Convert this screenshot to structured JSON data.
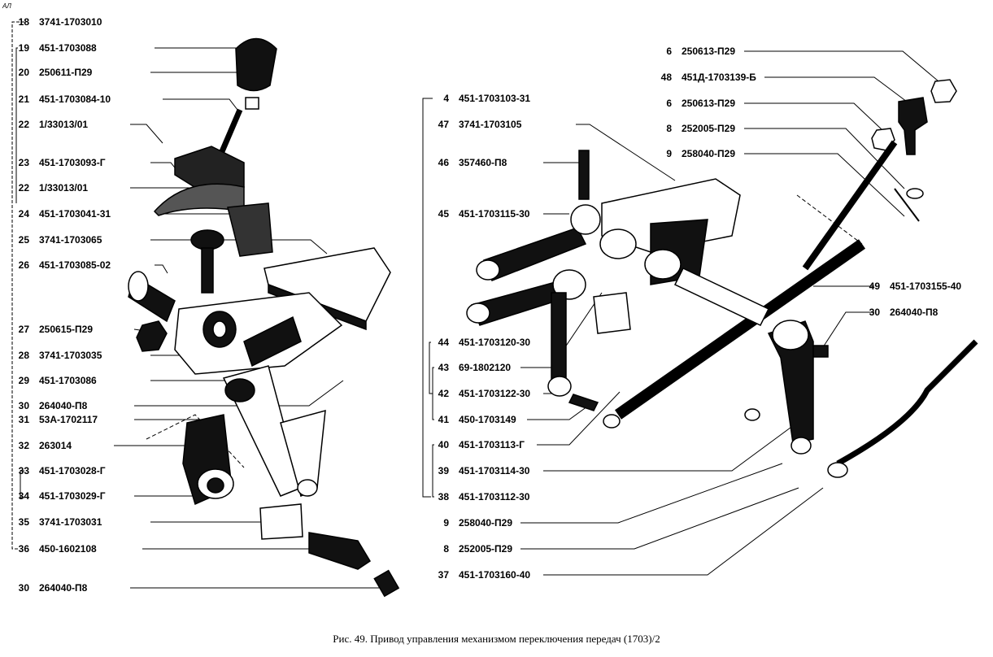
{
  "corner_mark": "АЛ",
  "caption": "Рис. 49. Привод управления механизмом переключения передач (1703)/2",
  "left_labels": [
    {
      "num": "18",
      "part": "3741-1703010"
    },
    {
      "num": "19",
      "part": "451-1703088"
    },
    {
      "num": "20",
      "part": "250611-П29"
    },
    {
      "num": "21",
      "part": "451-1703084-10"
    },
    {
      "num": "22",
      "part": "1/33013/01"
    },
    {
      "num": "23",
      "part": "451-1703093-Г"
    },
    {
      "num": "22",
      "part": "1/33013/01"
    },
    {
      "num": "24",
      "part": "451-1703041-31"
    },
    {
      "num": "25",
      "part": "3741-1703065"
    },
    {
      "num": "26",
      "part": "451-1703085-02"
    },
    {
      "num": "27",
      "part": "250615-П29"
    },
    {
      "num": "28",
      "part": "3741-1703035"
    },
    {
      "num": "29",
      "part": "451-1703086"
    },
    {
      "num": "30",
      "part": "264040-П8"
    },
    {
      "num": "31",
      "part": "53А-1702117"
    },
    {
      "num": "32",
      "part": "263014"
    },
    {
      "num": "33",
      "part": "451-1703028-Г"
    },
    {
      "num": "34",
      "part": "451-1703029-Г"
    },
    {
      "num": "35",
      "part": "3741-1703031"
    },
    {
      "num": "36",
      "part": "450-1602108"
    },
    {
      "num": "30",
      "part": "264040-П8"
    }
  ],
  "middle_labels": [
    {
      "num": "4",
      "part": "451-1703103-31"
    },
    {
      "num": "47",
      "part": "3741-1703105"
    },
    {
      "num": "46",
      "part": "357460-П8"
    },
    {
      "num": "45",
      "part": "451-1703115-30"
    },
    {
      "num": "44",
      "part": "451-1703120-30"
    },
    {
      "num": "43",
      "part": "69-1802120"
    },
    {
      "num": "42",
      "part": "451-1703122-30"
    },
    {
      "num": "41",
      "part": "450-1703149"
    },
    {
      "num": "40",
      "part": "451-1703113-Г"
    },
    {
      "num": "39",
      "part": "451-1703114-30"
    },
    {
      "num": "38",
      "part": "451-1703112-30"
    },
    {
      "num": "9",
      "part": "258040-П29"
    },
    {
      "num": "8",
      "part": "252005-П29"
    },
    {
      "num": "37",
      "part": "451-1703160-40"
    }
  ],
  "right_labels": [
    {
      "num": "6",
      "part": "250613-П29"
    },
    {
      "num": "48",
      "part": "451Д-1703139-Б"
    },
    {
      "num": "6",
      "part": "250613-П29"
    },
    {
      "num": "8",
      "part": "252005-П29"
    },
    {
      "num": "9",
      "part": "258040-П29"
    },
    {
      "num": "49",
      "part": "451-1703155-40"
    },
    {
      "num": "30",
      "part": "264040-П8"
    }
  ]
}
